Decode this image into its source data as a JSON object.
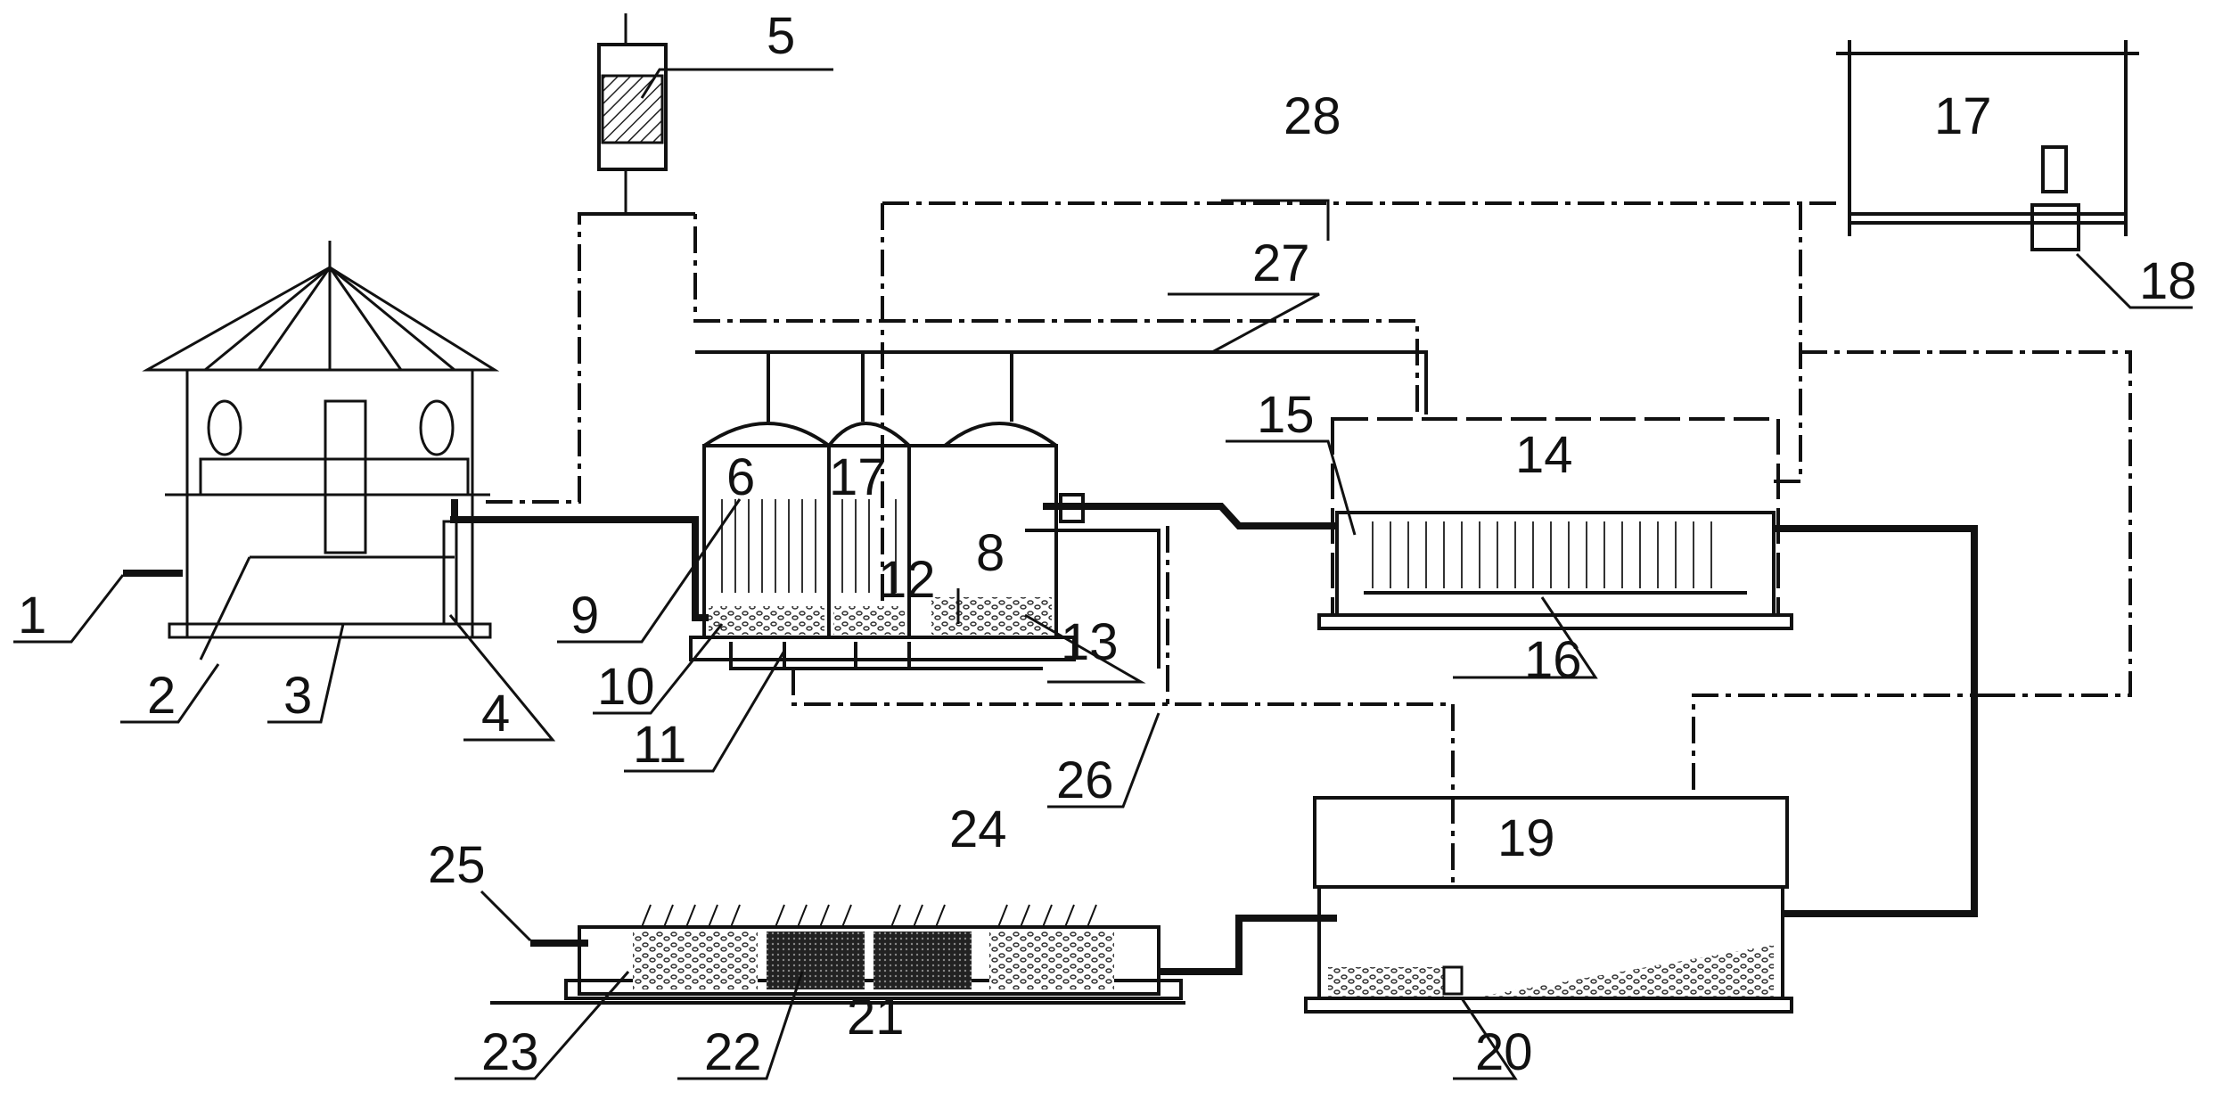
{
  "labels": {
    "n1": "1",
    "n2": "2",
    "n3": "3",
    "n4": "4",
    "n5": "5",
    "n6": "6",
    "n8": "8",
    "n9": "9",
    "n10": "10",
    "n11": "11",
    "n12": "12",
    "n13": "13",
    "n14": "14",
    "n15": "15",
    "n16": "16",
    "n17a": "17",
    "n17b": "17",
    "n18": "18",
    "n19": "19",
    "n20": "20",
    "n21": "21",
    "n22": "22",
    "n23": "23",
    "n24": "24",
    "n25": "25",
    "n26": "26",
    "n27": "27",
    "n28": "28"
  }
}
